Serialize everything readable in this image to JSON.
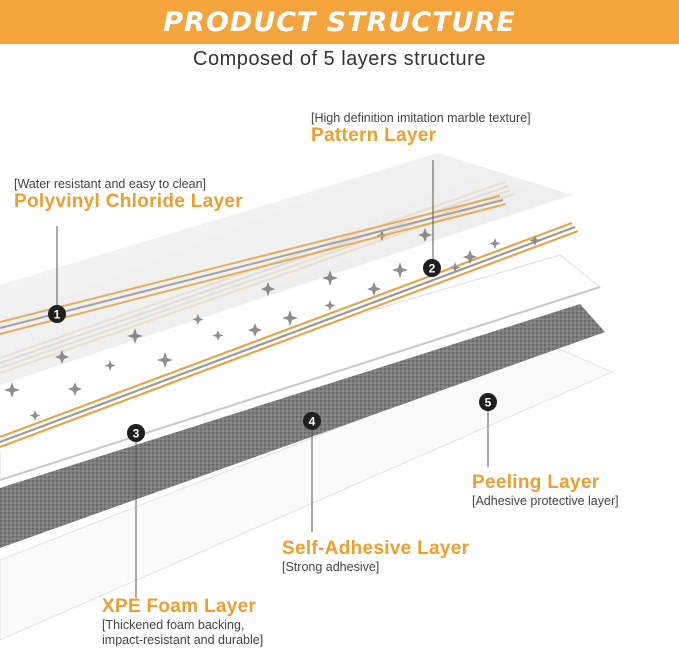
{
  "header": {
    "title": "PRODUCT STRUCTURE",
    "subtitle": "Composed of 5 layers structure"
  },
  "layers": [
    {
      "number": "1",
      "name": "Polyvinyl Chloride Layer",
      "description": "[Water resistant and easy to clean]"
    },
    {
      "number": "2",
      "name": "Pattern Layer",
      "description": "[High definition imitation marble texture]"
    },
    {
      "number": "3",
      "name": "XPE Foam Layer",
      "description_lines": [
        "[Thickened foam backing,",
        "impact-resistant and durable]"
      ]
    },
    {
      "number": "4",
      "name": "Self-Adhesive Layer",
      "description": "[Strong adhesive]"
    },
    {
      "number": "5",
      "name": "Peeling Layer",
      "description": "[Adhesive protective layer]"
    }
  ],
  "colors": {
    "accent": "#f3a43d",
    "label": "#f09d2e",
    "foam": "#7d7d7d",
    "sheet": "#eeeeee"
  }
}
